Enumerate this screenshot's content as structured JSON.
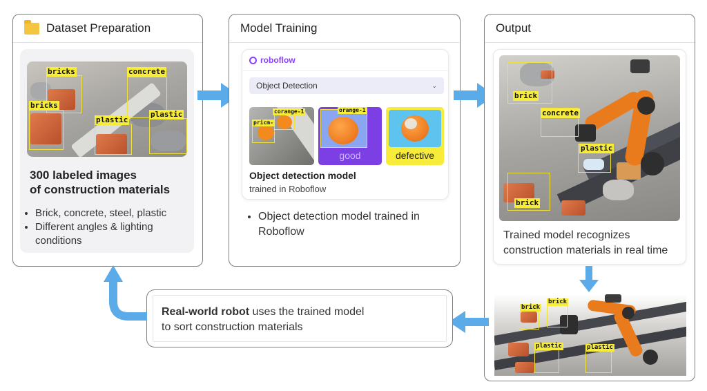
{
  "panels": {
    "dataset": {
      "title": "Dataset Preparation",
      "icon": "folder-icon",
      "labels": [
        "bricks",
        "concrete",
        "bricks",
        "plastic",
        "plastic"
      ],
      "headline_line1": "300 labeled images",
      "headline_line2": "of construction materials",
      "bullets": [
        "Brick, concrete, steel, plastic",
        "Different angles & lighting conditions"
      ]
    },
    "training": {
      "title": "Model Training",
      "brand": "roboflow",
      "brand_color": "#8a3ffc",
      "dropdown_value": "Object Detection",
      "thumb_labels": [
        "corange-1",
        "pricm-"
      ],
      "thumb2_tag": "orange-1",
      "thumb2_caption": "good",
      "thumb3_caption": "defective",
      "model_title": "Object detection model",
      "model_subtitle": "trained in Roboflow",
      "bullet": "Object detection model trained in Roboflow"
    },
    "output": {
      "title": "Output",
      "labels": [
        "brick",
        "concrete",
        "plastic",
        "brick"
      ],
      "caption": "Trained model recognizes construction materials in real time",
      "robot_labels": [
        "brick",
        "brick",
        "plastic",
        "plastic"
      ]
    }
  },
  "feedback": {
    "bold": "Real-world robot",
    "rest_line1": " uses the trained model",
    "line2": "to sort construction materials"
  },
  "colors": {
    "arrow": "#5aabe8",
    "tag": "#f7ec3a"
  }
}
